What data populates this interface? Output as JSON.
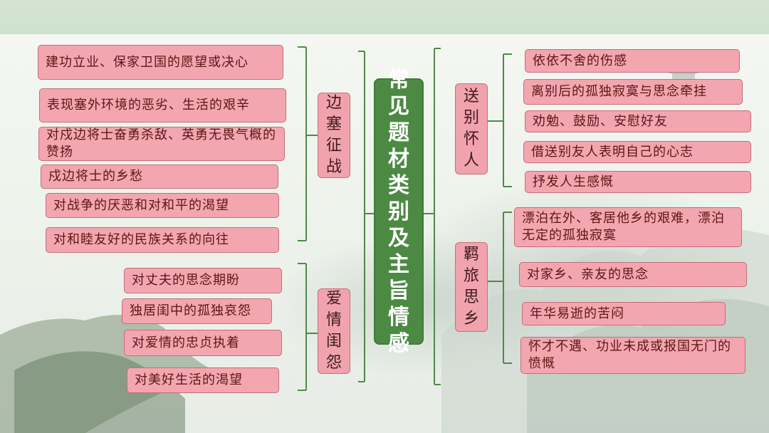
{
  "center": {
    "chars": [
      "常",
      "见",
      "题",
      "材",
      "类",
      "别",
      "及",
      "主",
      "旨",
      "情",
      "感"
    ]
  },
  "left_groups": [
    {
      "category": [
        "边",
        "塞",
        "征",
        "战"
      ],
      "items": [
        "建功立业、保家卫国的愿望或决心",
        "表现塞外环境的恶劣、生活的艰辛",
        "对戍边将士奋勇杀敌、英勇无畏气概的赞扬",
        "戍边将士的乡愁",
        "对战争的厌恶和对和平的渴望",
        "对和睦友好的民族关系的向往"
      ]
    },
    {
      "category": [
        "爱",
        "情",
        "闺",
        "怨"
      ],
      "items": [
        "对丈夫的思念期盼",
        "独居闺中的孤独哀怨",
        "对爱情的忠贞执着",
        "对美好生活的渴望"
      ]
    }
  ],
  "right_groups": [
    {
      "category": [
        "送",
        "别",
        "怀",
        "人"
      ],
      "items": [
        "依依不舍的伤感",
        "离别后的孤独寂寞与思念牵挂",
        "劝勉、鼓励、安慰好友",
        "借送别友人表明自己的心志",
        "抒发人生感慨"
      ]
    },
    {
      "category": [
        "羁",
        "旅",
        "思",
        "乡"
      ],
      "items": [
        "漂泊在外、客居他乡的艰难，漂泊无定的孤独寂寞",
        "对家乡、亲友的思念",
        "年华易逝的苦闷",
        "怀才不遇、功业未成或报国无门的愤慨"
      ]
    }
  ],
  "colors": {
    "center_fill": "#4c8a44",
    "box_fill": "#f4a6b0",
    "box_border": "#c46d7b",
    "box_text": "#5a1713",
    "line": "#4f8a46"
  }
}
